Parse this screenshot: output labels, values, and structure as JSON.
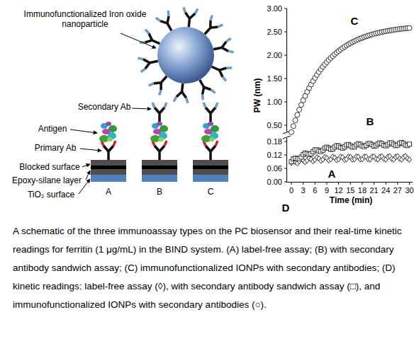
{
  "diagram": {
    "caption": "A schematic of the three immunoassay types on the PC biosensor and their real-time kinetic readings for ferritin (1 μg/mL) in the BIND system. (A) label-free assay; (B) with secondary antibody sandwich assay; (C) immunofunctionalized IONPs with secondary antibodies; (D) kinetic readings: label-free assay (◊), with secondary antibody sandwich assay (□), and immunofunctionalized IONPs with secondary antibodies (○).",
    "labels": [
      "Immunofunctionalized Iron oxide nanoparticle",
      "Secondary Ab",
      "Antigen",
      "Primary Ab",
      "Blocked surface",
      "Epoxy-silane layer",
      "TiO₂ surface",
      "A",
      "B",
      "C",
      "PW (nm)",
      "3.00",
      "2.50",
      "2.00",
      "1.50",
      "1.00",
      "0.50",
      "0.18",
      "0.12",
      "0.06",
      "0.00",
      "0",
      "3",
      "6",
      "9",
      "12",
      "15",
      "18",
      "21",
      "24",
      "27",
      "30",
      "Time (min)",
      "C",
      "B",
      "A",
      "D"
    ]
  }
}
